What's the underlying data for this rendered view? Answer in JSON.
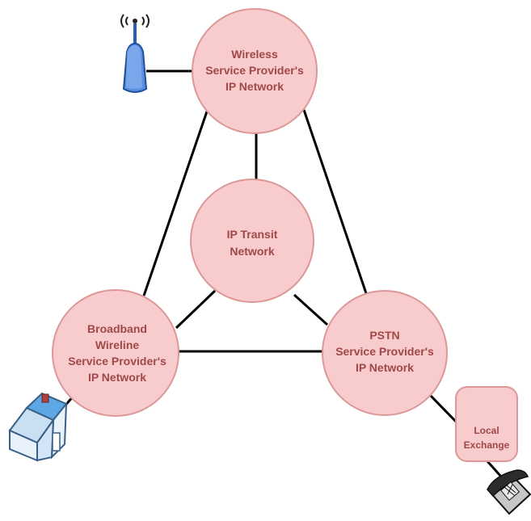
{
  "nodes": {
    "wireless": {
      "lines": [
        "Wireless",
        "Service Provider's",
        "IP Network"
      ]
    },
    "transit": {
      "lines": [
        "IP Transit",
        "Network"
      ]
    },
    "broadband": {
      "lines": [
        "Broadband",
        "Wireline",
        "Service Provider's",
        "IP Network"
      ]
    },
    "pstn": {
      "lines": [
        "PSTN",
        "Service Provider's",
        "IP Network"
      ]
    },
    "local_exchange": {
      "lines": [
        "Local",
        "Exchange"
      ]
    }
  },
  "devices": {
    "antenna": "wireless-antenna-icon",
    "house": "house-icon",
    "telephone": "telephone-icon"
  },
  "colors": {
    "node_fill": "#f8cccc",
    "node_stroke": "#dc9898",
    "label_text": "#a04848",
    "link": "#000000"
  }
}
